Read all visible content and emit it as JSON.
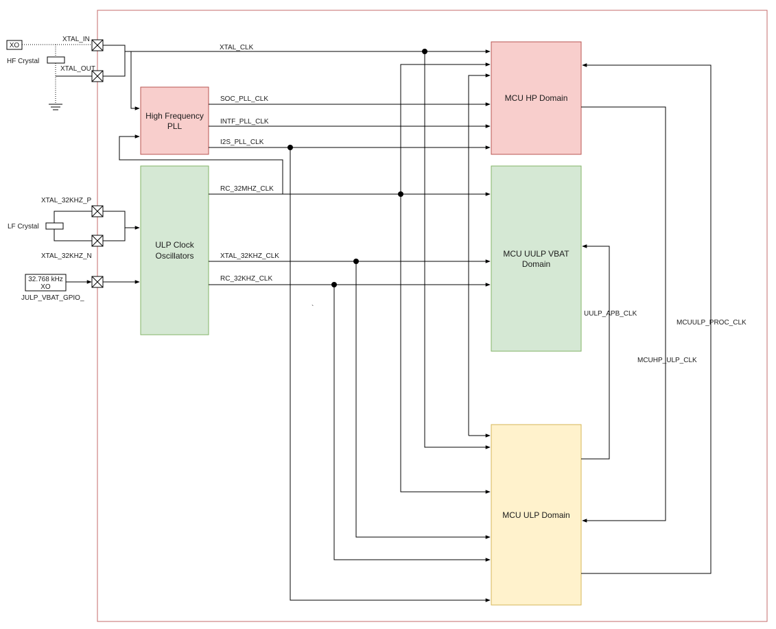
{
  "colors": {
    "border": "#c46a6a",
    "pink_fill": "#f8cecc",
    "pink_stroke": "#b85450",
    "green_fill": "#d5e8d4",
    "green_stroke": "#82b366",
    "yellow_fill": "#fff2cc",
    "yellow_stroke": "#d6b656"
  },
  "blocks": {
    "hf_pll": [
      "High Frequency",
      "PLL"
    ],
    "ulp_osc": [
      "ULP Clock",
      "Oscillators"
    ],
    "mcu_hp": [
      "MCU HP Domain"
    ],
    "mcu_uulp": [
      "MCU UULP VBAT",
      "Domain"
    ],
    "mcu_ulp": [
      "MCU ULP Domain"
    ]
  },
  "external": {
    "xo": "XO",
    "hf_crystal": "HF Crystal",
    "xtal_in": "XTAL_IN",
    "xtal_out": "XTAL_OUT",
    "lf_crystal": "LF Crystal",
    "xtal_32khz_p": "XTAL_32KHZ_P",
    "xtal_32khz_n": "XTAL_32KHZ_N",
    "xo32_line1": "32.768 kHz",
    "xo32_line2": "XO",
    "gpio": "JULP_VBAT_GPIO_"
  },
  "signals": {
    "xtal_clk": "XTAL_CLK",
    "soc_pll_clk": "SOC_PLL_CLK",
    "intf_pll_clk": "INTF_PLL_CLK",
    "i2s_pll_clk": "I2S_PLL_CLK",
    "rc_32mhz_clk": "RC_32MHZ_CLK",
    "xtal_32khz_clk": "XTAL_32KHZ_CLK",
    "rc_32khz_clk": "RC_32KHZ_CLK",
    "uulp_apb_clk": "UULP_APB_CLK",
    "mcuhp_ulp_clk": "MCUHP_ULP_CLK",
    "mcuulp_proc_clk": "MCUULP_PROC_CLK"
  },
  "stray_mark": "`"
}
